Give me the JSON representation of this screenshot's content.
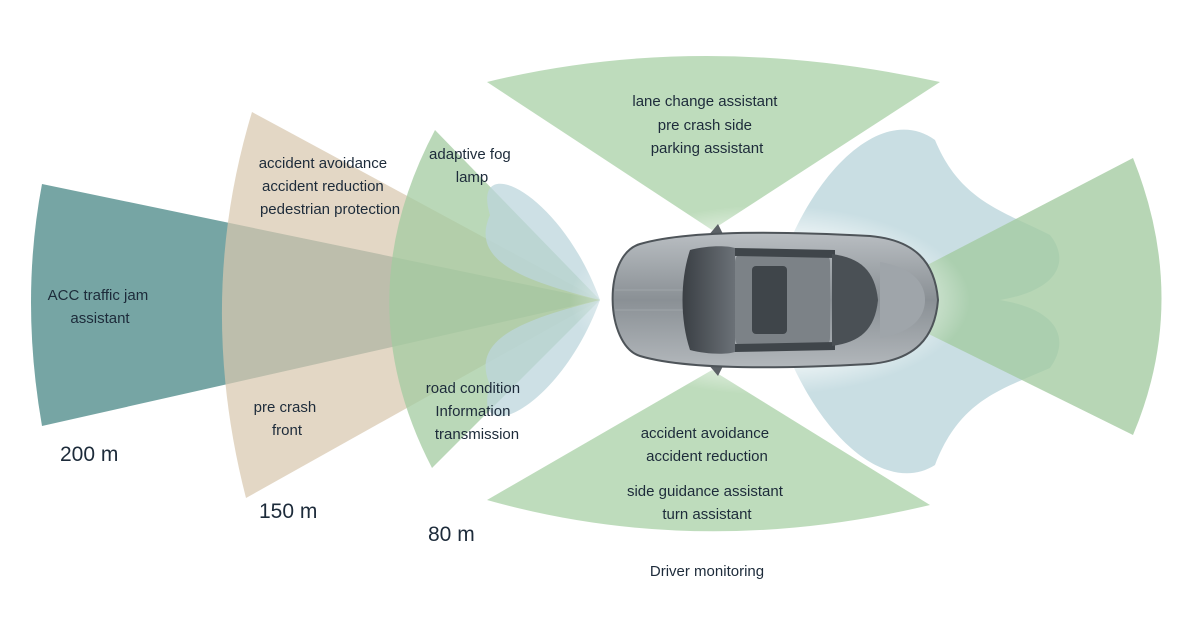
{
  "colors": {
    "long_range": "#4f8c8a",
    "mid_range": "#d8c7ae",
    "short_range": "#9fc99d",
    "side_green": "#b3d6b0",
    "ultrasonic": "#bcd6dc",
    "car_body": "#8e9499",
    "text": "#1d2b3a"
  },
  "zones": {
    "acc": {
      "lines": [
        "ACC traffic jam",
        "assistant"
      ]
    },
    "accident_front": {
      "lines": [
        "accident avoidance",
        "accident reduction",
        "pedestrian protection"
      ]
    },
    "fog": {
      "lines": [
        "adaptive fog",
        "lamp"
      ]
    },
    "lane_change": {
      "lines": [
        "lane change assistant",
        "pre crash side",
        "parking assistant"
      ]
    },
    "pre_crash_front": {
      "lines": [
        "pre crash",
        "front"
      ]
    },
    "road_condition": {
      "lines": [
        "road condition",
        "Information",
        "transmission"
      ]
    },
    "accident_side": {
      "lines": [
        "accident avoidance",
        "accident reduction"
      ]
    },
    "side_guidance": {
      "lines": [
        "side guidance assistant",
        "turn assistant"
      ]
    },
    "driver_monitoring": {
      "lines": [
        "Driver monitoring"
      ]
    }
  },
  "distances": {
    "d200": "200 m",
    "d150": "150 m",
    "d80": "80 m"
  },
  "icons": {
    "car": "car-top-view-icon"
  }
}
